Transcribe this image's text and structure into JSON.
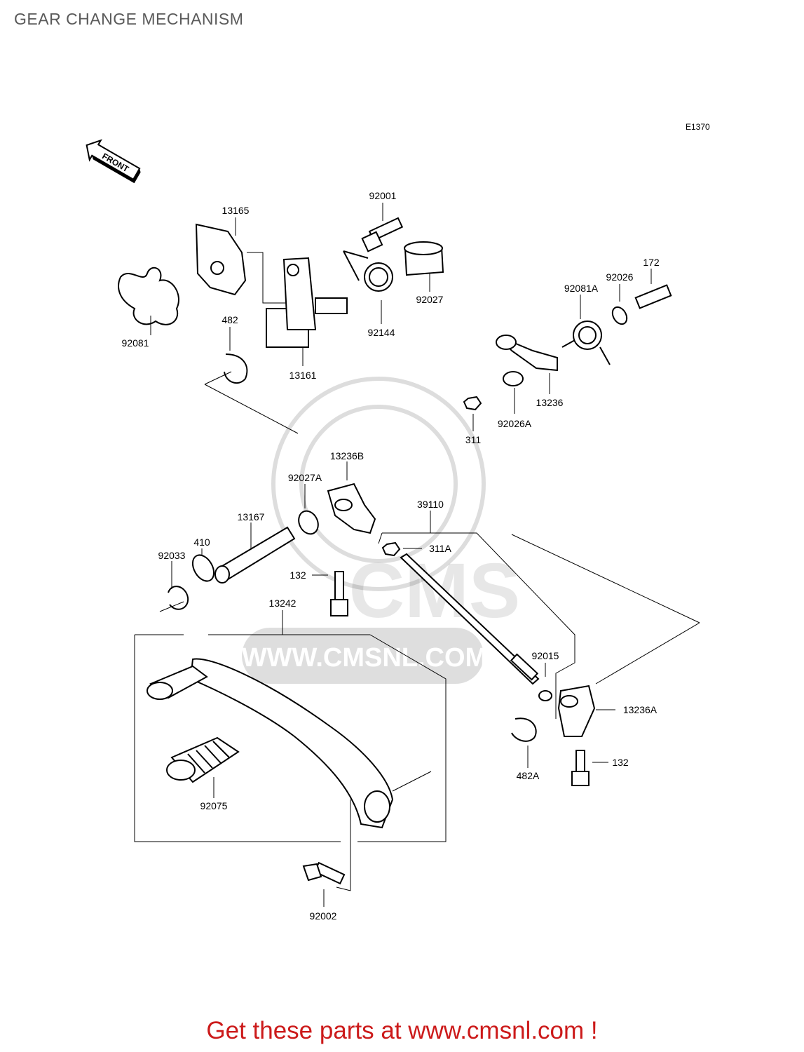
{
  "page": {
    "title": "GEAR CHANGE MECHANISM",
    "diagram_code": "E1370",
    "front_arrow_label": "FRONT",
    "watermark": "WWW.CMSNL.COM",
    "footer_link": "Get these parts at www.cmsnl.com !"
  },
  "parts": [
    {
      "id": "p13165",
      "label": "13165"
    },
    {
      "id": "p92001",
      "label": "92001"
    },
    {
      "id": "p92081",
      "label": "92081"
    },
    {
      "id": "p482",
      "label": "482"
    },
    {
      "id": "p13161",
      "label": "13161"
    },
    {
      "id": "p92144",
      "label": "92144"
    },
    {
      "id": "p92027",
      "label": "92027"
    },
    {
      "id": "p172",
      "label": "172"
    },
    {
      "id": "p92026",
      "label": "92026"
    },
    {
      "id": "p92081A",
      "label": "92081A"
    },
    {
      "id": "p13236",
      "label": "13236"
    },
    {
      "id": "p92026A",
      "label": "92026A"
    },
    {
      "id": "p311",
      "label": "311"
    },
    {
      "id": "p13236B",
      "label": "13236B"
    },
    {
      "id": "p92027A",
      "label": "92027A"
    },
    {
      "id": "p39110",
      "label": "39110"
    },
    {
      "id": "p13167",
      "label": "13167"
    },
    {
      "id": "p311A",
      "label": "311A"
    },
    {
      "id": "p410",
      "label": "410"
    },
    {
      "id": "p92033",
      "label": "92033"
    },
    {
      "id": "p132a",
      "label": "132"
    },
    {
      "id": "p13242",
      "label": "13242"
    },
    {
      "id": "p92015",
      "label": "92015"
    },
    {
      "id": "p13236A",
      "label": "13236A"
    },
    {
      "id": "p132b",
      "label": "132"
    },
    {
      "id": "p482A",
      "label": "482A"
    },
    {
      "id": "p92075",
      "label": "92075"
    },
    {
      "id": "p92002",
      "label": "92002"
    }
  ]
}
